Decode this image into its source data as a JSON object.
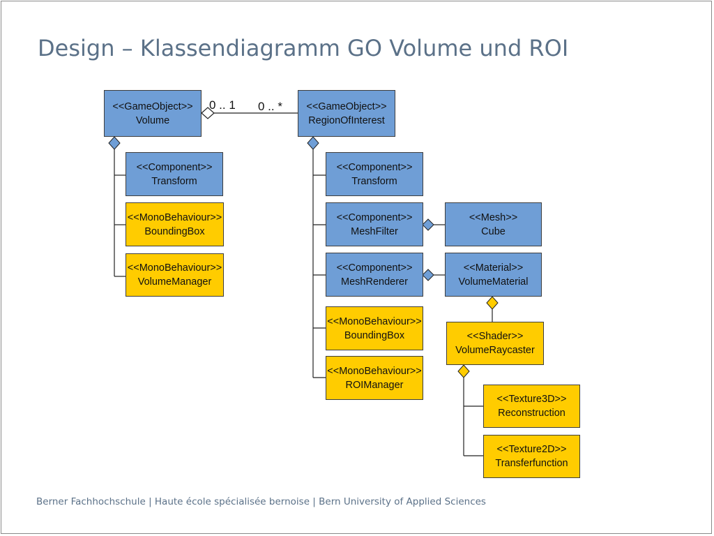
{
  "slide": {
    "title": "Design – Klassendiagramm GO Volume und ROI",
    "footer": "Berner Fachhochschule | Haute école spécialisée bernoise | Bern University of Applied Sciences"
  },
  "colors": {
    "component": "#6f9ed6",
    "behaviour": "#ffcc00",
    "title": "#5b7188"
  },
  "association": {
    "mult_volume": "0 .. 1",
    "mult_roi": "0 .. *"
  },
  "nodes": {
    "volume": {
      "stereotype": "<<GameObject>>",
      "name": "Volume"
    },
    "volume_transform": {
      "stereotype": "<<Component>>",
      "name": "Transform"
    },
    "volume_boundingbox": {
      "stereotype": "<<MonoBehaviour>>",
      "name": "BoundingBox"
    },
    "volume_manager": {
      "stereotype": "<<MonoBehaviour>>",
      "name": "VolumeManager"
    },
    "roi": {
      "stereotype": "<<GameObject>>",
      "name": "RegionOfInterest"
    },
    "roi_transform": {
      "stereotype": "<<Component>>",
      "name": "Transform"
    },
    "roi_meshfilter": {
      "stereotype": "<<Component>>",
      "name": "MeshFilter"
    },
    "roi_meshrenderer": {
      "stereotype": "<<Component>>",
      "name": "MeshRenderer"
    },
    "roi_boundingbox": {
      "stereotype": "<<MonoBehaviour>>",
      "name": "BoundingBox"
    },
    "roi_manager": {
      "stereotype": "<<MonoBehaviour>>",
      "name": "ROIManager"
    },
    "cube": {
      "stereotype": "<<Mesh>>",
      "name": "Cube"
    },
    "volume_material": {
      "stereotype": "<<Material>>",
      "name": "VolumeMaterial"
    },
    "raycaster": {
      "stereotype": "<<Shader>>",
      "name": "VolumeRaycaster"
    },
    "reconstruction": {
      "stereotype": "<<Texture3D>>",
      "name": "Reconstruction"
    },
    "transferfunction": {
      "stereotype": "<<Texture2D>>",
      "name": "Transferfunction"
    }
  }
}
